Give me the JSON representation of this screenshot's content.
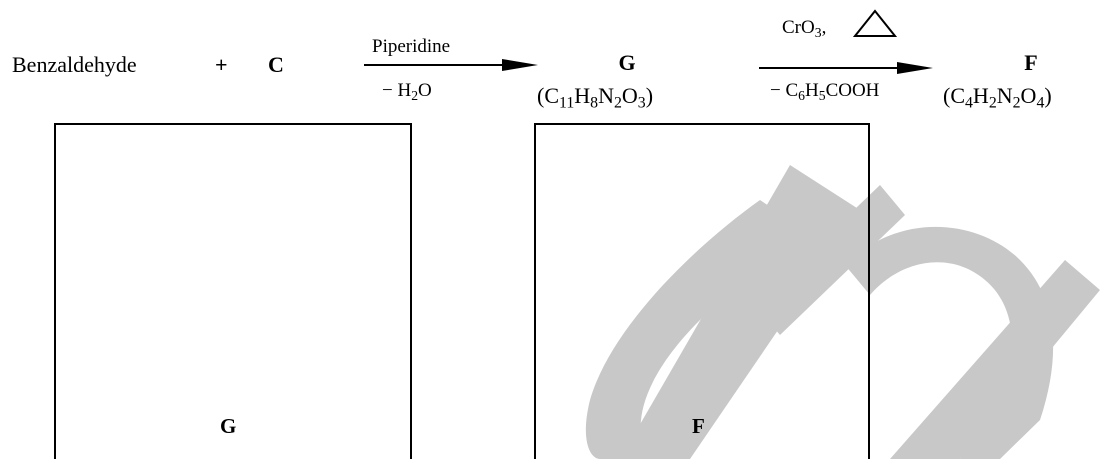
{
  "reactant1": "Benzaldehyde",
  "plus": "+",
  "reactant2": "C",
  "arrow1": {
    "above": "Piperidine",
    "below_prefix": "− H",
    "below_sub": "2",
    "below_suffix": "O"
  },
  "intermediate": {
    "label": "G",
    "formula_parts": [
      "(C",
      "11",
      "H",
      "8",
      "N",
      "2",
      "O",
      "3",
      ")"
    ]
  },
  "arrow2": {
    "above_prefix": "CrO",
    "above_sub": "3",
    "above_suffix": ",",
    "heat_symbol": "triangle-icon",
    "below_parts": [
      "− C",
      "6",
      "H",
      "5",
      "COOH"
    ]
  },
  "product": {
    "label": "F",
    "formula_parts": [
      "(C",
      "4",
      "H",
      "2",
      "N",
      "2",
      "O",
      "4",
      ")"
    ]
  },
  "boxes": [
    {
      "label": "G"
    },
    {
      "label": "F"
    }
  ],
  "colors": {
    "watermark": "#c8c8c8",
    "ink": "#000000"
  }
}
